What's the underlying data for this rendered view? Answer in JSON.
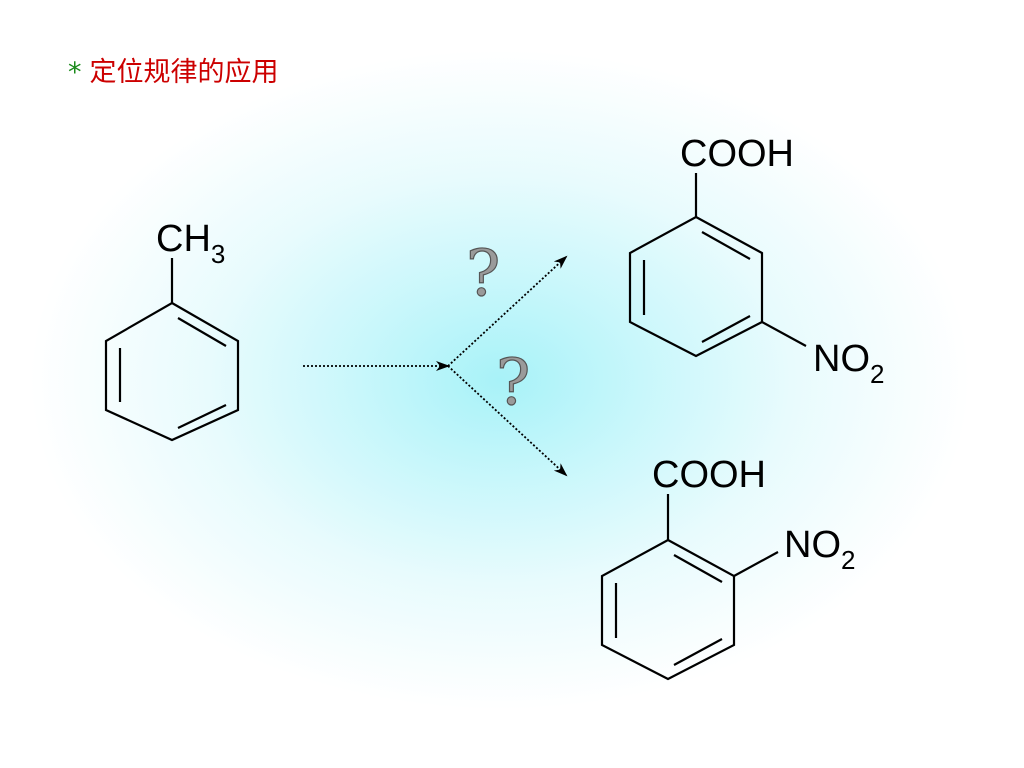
{
  "slide": {
    "bullet": "*",
    "title": "定位规律的应用"
  },
  "reactant": {
    "substituent": {
      "atom": "CH",
      "subscript": "3"
    }
  },
  "products": [
    {
      "carboxyl": "COOH",
      "nitro": {
        "atom": "NO",
        "subscript": "2"
      }
    },
    {
      "carboxyl": "COOH",
      "nitro": {
        "atom": "NO",
        "subscript": "2"
      }
    }
  ],
  "question_marks": [
    "?",
    "?"
  ],
  "colors": {
    "title": "#cc0000",
    "bullet": "#1a8a1a",
    "background_glow": "#a8f2f8"
  }
}
